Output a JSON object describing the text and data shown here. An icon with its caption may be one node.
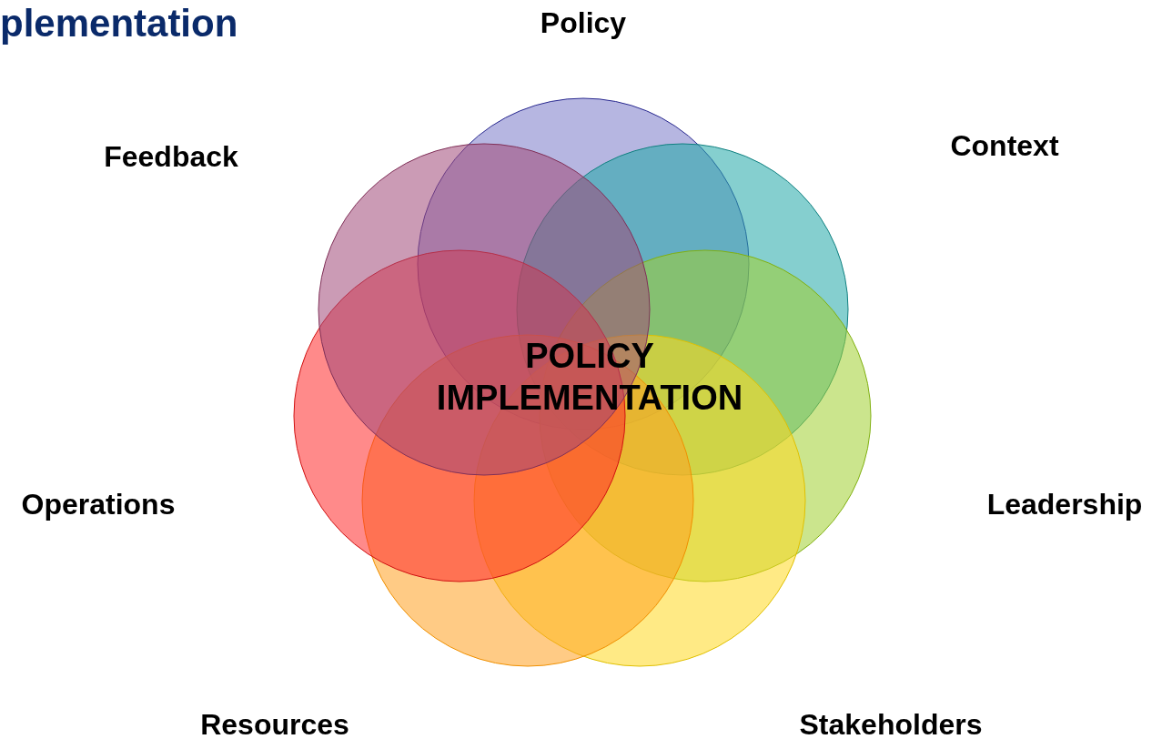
{
  "diagram": {
    "title": "plementation",
    "nodes": [
      {
        "text": [
          "Policy"
        ]
      },
      {
        "text": [
          "Context"
        ]
      },
      {
        "text": [
          "Leadership"
        ]
      },
      {
        "text": [
          "Stakeholders"
        ]
      },
      {
        "text": [
          "Resources"
        ]
      },
      {
        "text": [
          "Operations"
        ]
      },
      {
        "text": [
          "Feedback"
        ]
      }
    ],
    "edges": [],
    "labels": [
      "POLICY IMPLEMENTATION"
    ]
  }
}
